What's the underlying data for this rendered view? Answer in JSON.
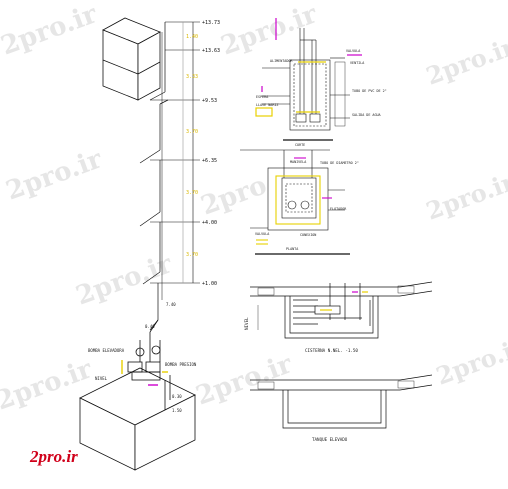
{
  "watermark": "2pro.ir",
  "logo": {
    "text": "2pro.ir",
    "color": "#d0001a"
  },
  "riser": {
    "levels": [
      "+13.73",
      "+13.63",
      "+9.53",
      "+6.35",
      "+4.00",
      "+1.00"
    ],
    "dims": [
      "1.40",
      "3.33",
      "3.70",
      "3.70",
      "3.70"
    ],
    "base_dims": [
      "7.40",
      "0.40",
      "0.30",
      "1.50"
    ],
    "pump_labels": [
      "BOMBA ELEVADORA",
      "BOMBA PRESION",
      "NIVEL"
    ]
  },
  "detail_top": {
    "notes": [
      "ALIMENTADOR",
      "VALVULA",
      "VENTILA",
      "TUBO DE PVC DE 2\"",
      "ESPERA",
      "LLAVE NARIZ",
      "SALIDA DE AGUA"
    ],
    "title": "CORTE"
  },
  "detail_mid": {
    "notes": [
      "MANIVELA",
      "TUBO DE DIAMETRO 2\"",
      "FLOTADOR",
      "VALVULA",
      "CONEXION"
    ],
    "title": "PLANTA"
  },
  "section_cistern": {
    "side_label": "NIVEL",
    "title": "CISTERNA N.NEL. -1.50"
  },
  "section_tank": {
    "title": "TANQUE ELEVADO"
  },
  "colors": {
    "yellow": "#e8d000",
    "magenta": "#cc00cc",
    "red": "#d0001a",
    "line": "#111111"
  }
}
